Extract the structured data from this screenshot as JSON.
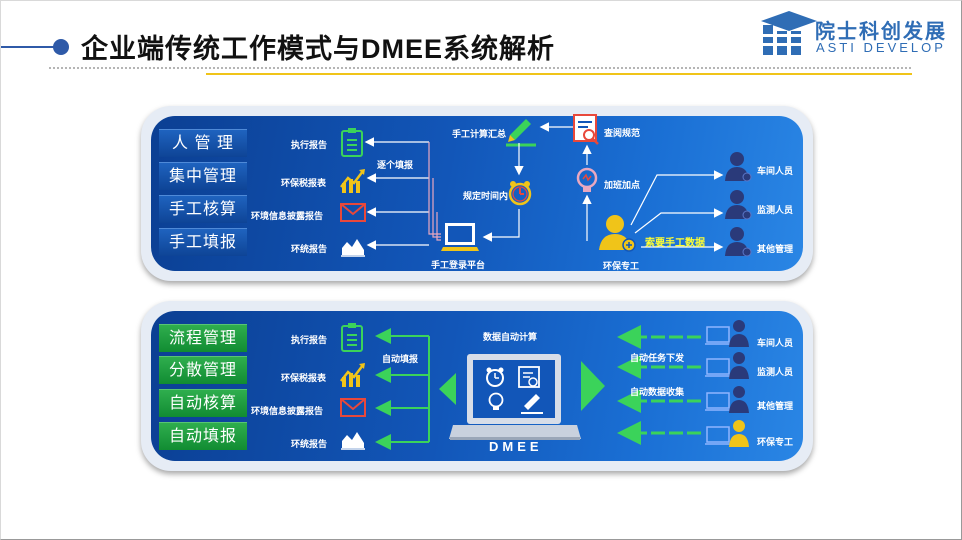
{
  "header": {
    "title": "企业端传统工作模式与DMEE系统解析",
    "logo_cn": "院士科创发展",
    "logo_en": "ASTI DEVELOP"
  },
  "traditional": {
    "buttons": [
      "人 管 理",
      "集中管理",
      "手工核算",
      "手工填报"
    ],
    "reports": [
      "执行报告",
      "环保税报表",
      "环境信息披露报告",
      "环统报告"
    ],
    "fill_label": "逐个填报",
    "platform_label": "手工登录平台",
    "summary_label": "手工计算汇总",
    "deadline_label": "规定时间内",
    "consult_label": "查阅规范",
    "overtime_label": "加班加点",
    "collect_label": "索要手工数据",
    "specialist_label": "环保专工",
    "staff": [
      "车间人员",
      "监测人员",
      "其他管理"
    ]
  },
  "dmee": {
    "buttons": [
      "流程管理",
      "分散管理",
      "自动核算",
      "自动填报"
    ],
    "reports": [
      "执行报告",
      "环保税报表",
      "环境信息披露报告",
      "环统报告"
    ],
    "fill_label": "自动填报",
    "calc_label": "数据自动计算",
    "system_name": "DMEE",
    "dispatch_label": "自动任务下发",
    "collect_label": "自动数据收集",
    "staff": [
      "车间人员",
      "监测人员",
      "其他管理",
      "环保专工"
    ]
  },
  "colors": {
    "accent_blue": "#2f5aa8",
    "gold_line": "#f0c419",
    "panel_blue": "#1256b8",
    "green": "#22a33f",
    "yellow_text": "#ffff33"
  }
}
